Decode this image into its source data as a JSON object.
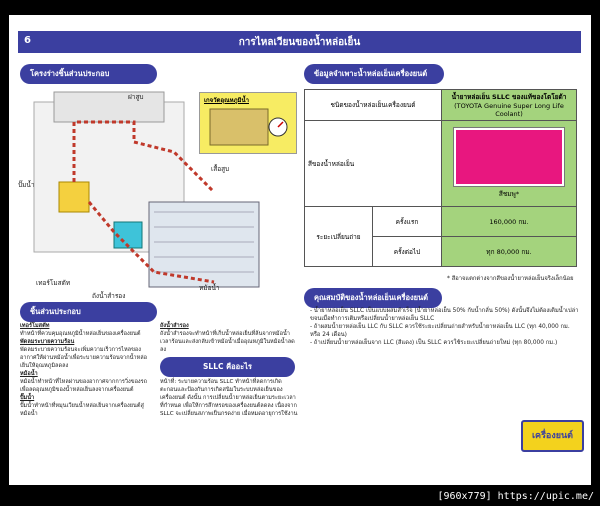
{
  "header": {
    "page_number": "6",
    "title": "การไหลเวียนของน้ำหล่อเย็น"
  },
  "left": {
    "structure_pill": "โครงร่างชิ้นส่วนประกอบ",
    "inset_title": "เกจวัดอุณหภูมิน้ำ",
    "labels": {
      "water_pump": "ฝาสูบ",
      "block": "เสื้อสูบ",
      "pump": "ปั๊มน้ำ",
      "thermostat": "เทอร์โมสตัท",
      "reservoir": "ถังน้ำสำรอง",
      "radiator": "หม้อน้ำ"
    },
    "components_pill": "ชิ้นส่วนประกอบ",
    "components_left": [
      {
        "h": "เทอร์โมสตัท",
        "t": "ทำหน้าที่ควบคุมอุณหภูมิน้ำหล่อเย็นของเครื่องยนต์"
      },
      {
        "h": "พัดลมระบายความร้อน",
        "t": "พัดลมระบายความร้อนจะเพิ่มความเร็วการไหลของอากาศให้ผ่านหม้อน้ำเพื่อระบายความร้อนจากน้ำหล่อเย็นให้อุณหภูมิลดลง"
      },
      {
        "h": "หม้อน้ำ",
        "t": "หม้อน้ำทำหน้าที่ไหลผ่านของอากาศจากการวิ่งของรถเพื่อลดอุณหภูมิของน้ำหล่อเย็นลงจากเครื่องยนต์"
      },
      {
        "h": "ปั๊มน้ำ",
        "t": "ปั๊มน้ำทำหน้าที่หมุนเวียนน้ำหล่อเย็นจากเครื่องยนต์สู่หม้อน้ำ"
      }
    ],
    "components_right": [
      {
        "h": "ถังน้ำสำรอง",
        "t": "ถังน้ำสำรองจะทำหน้าที่เก็บน้ำหล่อเย็นที่ล้นจากหม้อน้ำเวลาร้อนและส่งกลับเข้าหม้อน้ำเมื่ออุณหภูมิในหม้อน้ำลดลง"
      }
    ],
    "sllc_pill": "SLLC คืออะไร",
    "sllc_text": "หน้าที่: ระบายความร้อน SLLC ทำหน้าที่ลดการเกิดตะกอนและป้องกันการเกิดสนิมในระบบหล่อเย็นของเครื่องยนต์ ดังนั้น การเปลี่ยนน้ำยาหล่อเย็นตามระยะเวลาที่กำหนด เพื่อให้การสึกหรอของเครื่องยนต์ลดลง เนื่องจาก SLLC จะเปลี่ยนสภาพเป็นกรดง่าย เมื่อหมดอายุการใช้งาน"
  },
  "right": {
    "info_pill": "ข้อมูลจำเพาะน้ำหล่อเย็นเครื่องยนต์",
    "row_type_label": "ชนิดของน้ำหล่อเย็นเครื่องยนต์",
    "row_type_value": "น้ำยาหล่อเย็น SLLC ของแท้ของโตโยต้า",
    "row_type_value_en": "(TOYOTA Genuine Super Long Life Coolant)",
    "row_color_label": "สีของน้ำหล่อเย็น",
    "row_color_value": "สีชมพู*",
    "swatch_color": "#e8177f",
    "row_interval_label": "ระยะเปลี่ยนถ่าย",
    "first_label": "ครั้งแรก",
    "first_value": "160,000 กม.",
    "next_label": "ครั้งต่อไป",
    "next_value": "ทุก 80,000 กม.",
    "footnote": "* สีอาจแตกต่างจากสีของน้ำยาหล่อเย็นจริงเล็กน้อย",
    "props_pill": "คุณสมบัติของน้ำหล่อเย็นเครื่องยนต์",
    "props": [
      "- น้ำยาหล่อเย็น SLLC เป็นแบบผสมสำเร็จ (น้ำยาหล่อเย็น 50% กับน้ำกลั่น 50%) ดังนั้นจึงไม่ต้องเติมน้ำเปล่า ขจนเมื่อทำการเติมหรือเปลี่ยนน้ำยาหล่อเย็น SLLC",
      "- ถ้าผสมน้ำยาหล่อเย็น LLC กับ SLLC ควรใช้ระยะเปลี่ยนถ่ายสำหรับน้ำยาหล่อเย็น LLC (ทุก 40,000 กม. หรือ 24 เดือน)",
      "- ถ้าเปลี่ยนน้ำยาหล่อเย็นจาก LLC (สีแดง) เป็น SLLC ควรใช้ระยะเปลี่ยนถ่ายใหม่ (ทุก 80,000 กม.)"
    ]
  },
  "logo_text": "เครื่องยนต์",
  "footer_text": "[960x779] https://upic.me/"
}
